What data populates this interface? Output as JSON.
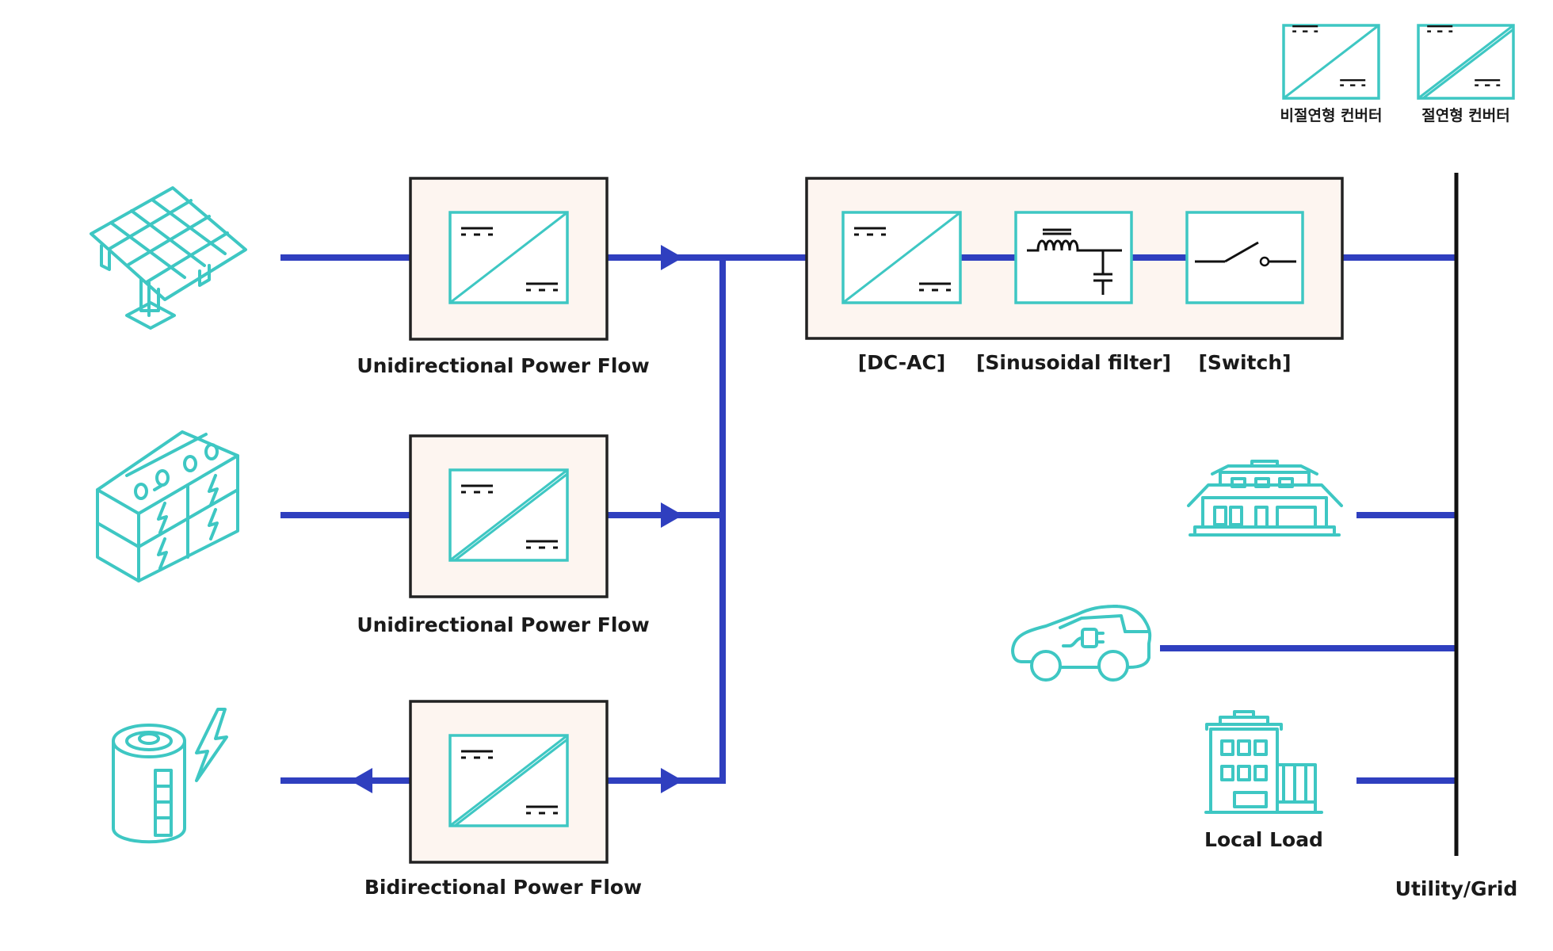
{
  "legend": {
    "non_isolated": "비절연형 컨버터",
    "isolated": "절연형 컨버터"
  },
  "converters": {
    "solar_flow": "Unidirectional Power Flow",
    "storage_flow": "Unidirectional Power Flow",
    "battery_flow": "Bidirectional Power Flow"
  },
  "inverter_stage": {
    "dc_ac": "[DC-AC]",
    "filter": "[Sinusoidal filter]",
    "switch": "[Switch]"
  },
  "loads": {
    "local_load": "Local Load"
  },
  "grid": {
    "label": "Utility/Grid"
  },
  "colors": {
    "power_line": "#2f3fbf",
    "icon": "#3ec7c3",
    "module_fill": "#fdf5f0"
  },
  "icons": [
    "solar-panel-icon",
    "energy-storage-icon",
    "battery-icon",
    "house-icon",
    "electric-car-icon",
    "building-icon"
  ]
}
